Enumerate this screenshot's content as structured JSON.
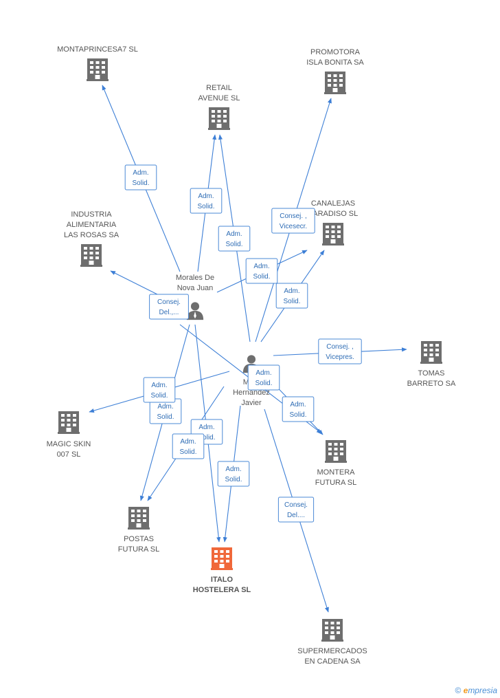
{
  "colors": {
    "edge": "#3d7fd6",
    "building": "#6e6e6e",
    "focus_building": "#f0683a",
    "label": "#555555",
    "relation_text": "#2f6db5"
  },
  "companies": [
    {
      "id": "montaprincesa",
      "lines": [
        "MONTAPRINCESA7 SL"
      ],
      "icon": "building-icon",
      "focus": false
    },
    {
      "id": "promotora",
      "lines": [
        "PROMOTORA",
        "ISLA BONITA SA"
      ],
      "icon": "building-icon",
      "focus": false
    },
    {
      "id": "retail",
      "lines": [
        "RETAIL",
        "AVENUE  SL"
      ],
      "icon": "building-icon",
      "focus": false
    },
    {
      "id": "canalejas",
      "lines": [
        "CANALEJAS",
        "PARADISO SL"
      ],
      "icon": "building-icon",
      "focus": false
    },
    {
      "id": "industria",
      "lines": [
        "INDUSTRIA",
        "ALIMENTARIA",
        "LAS ROSAS SA"
      ],
      "icon": "building-icon",
      "focus": false
    },
    {
      "id": "tomas",
      "lines": [
        "TOMAS",
        "BARRETO SA"
      ],
      "icon": "building-icon",
      "focus": false
    },
    {
      "id": "magic",
      "lines": [
        "MAGIC SKIN",
        "007 SL"
      ],
      "icon": "building-icon",
      "focus": false
    },
    {
      "id": "montera",
      "lines": [
        "MONTERA",
        "FUTURA SL"
      ],
      "icon": "building-icon",
      "focus": false
    },
    {
      "id": "postas",
      "lines": [
        "POSTAS",
        "FUTURA  SL"
      ],
      "icon": "building-icon",
      "focus": false
    },
    {
      "id": "italo",
      "lines": [
        "ITALO",
        "HOSTELERA SL"
      ],
      "icon": "building-icon",
      "focus": true
    },
    {
      "id": "supermercados",
      "lines": [
        "SUPERMERCADOS",
        "EN CADENA SA"
      ],
      "icon": "building-icon",
      "focus": false
    }
  ],
  "people": [
    {
      "id": "morales",
      "lines": [
        "Morales De",
        "Nova Juan"
      ],
      "icon": "person-icon"
    },
    {
      "id": "hernandez",
      "lines": [
        "Ma...",
        "Hernandez",
        "Javier"
      ],
      "icon": "person-icon"
    }
  ],
  "relations": [
    {
      "from": "morales",
      "to": "montaprincesa",
      "lines": [
        "Adm.",
        "Solid."
      ]
    },
    {
      "from": "morales",
      "to": "retail",
      "lines": [
        "Adm.",
        "Solid."
      ]
    },
    {
      "from": "morales",
      "to": "industria",
      "lines": [
        "Consej.",
        "Del.,..."
      ]
    },
    {
      "from": "morales",
      "to": "canalejas",
      "lines": [
        "Adm.",
        "Solid."
      ]
    },
    {
      "from": "morales",
      "to": "postas",
      "lines": [
        "Adm.",
        "Solid."
      ]
    },
    {
      "from": "morales",
      "to": "italo",
      "lines": [
        "Adm.",
        "Solid."
      ]
    },
    {
      "from": "hernandez",
      "to": "retail",
      "lines": [
        "Adm.",
        "Solid."
      ]
    },
    {
      "from": "hernandez",
      "to": "promotora",
      "lines": [
        "Consej. ,",
        "Vicesecr."
      ]
    },
    {
      "from": "hernandez",
      "to": "canalejas",
      "lines": [
        "Adm.",
        "Solid."
      ]
    },
    {
      "from": "hernandez",
      "to": "tomas",
      "lines": [
        "Consej. ,",
        "Vicepres."
      ]
    },
    {
      "from": "hernandez",
      "to": "magic",
      "lines": [
        "Adm.",
        "Solid."
      ]
    },
    {
      "from": "hernandez",
      "to": "montera",
      "lines": [
        "Adm.",
        "Solid."
      ]
    },
    {
      "from": "hernandez",
      "to": "postas",
      "lines": [
        "Adm.",
        "Solid."
      ]
    },
    {
      "from": "hernandez",
      "to": "italo",
      "lines": [
        "Adm.",
        "Solid."
      ]
    },
    {
      "from": "hernandez",
      "to": "supermercados",
      "lines": [
        "Consej.",
        "Del...."
      ]
    },
    {
      "from": "morales",
      "to": "montera",
      "lines": [
        "Adm.",
        "Solid."
      ]
    }
  ],
  "footer": {
    "copyright": "©",
    "brand_e": "e",
    "brand_rest": "mpresia"
  }
}
